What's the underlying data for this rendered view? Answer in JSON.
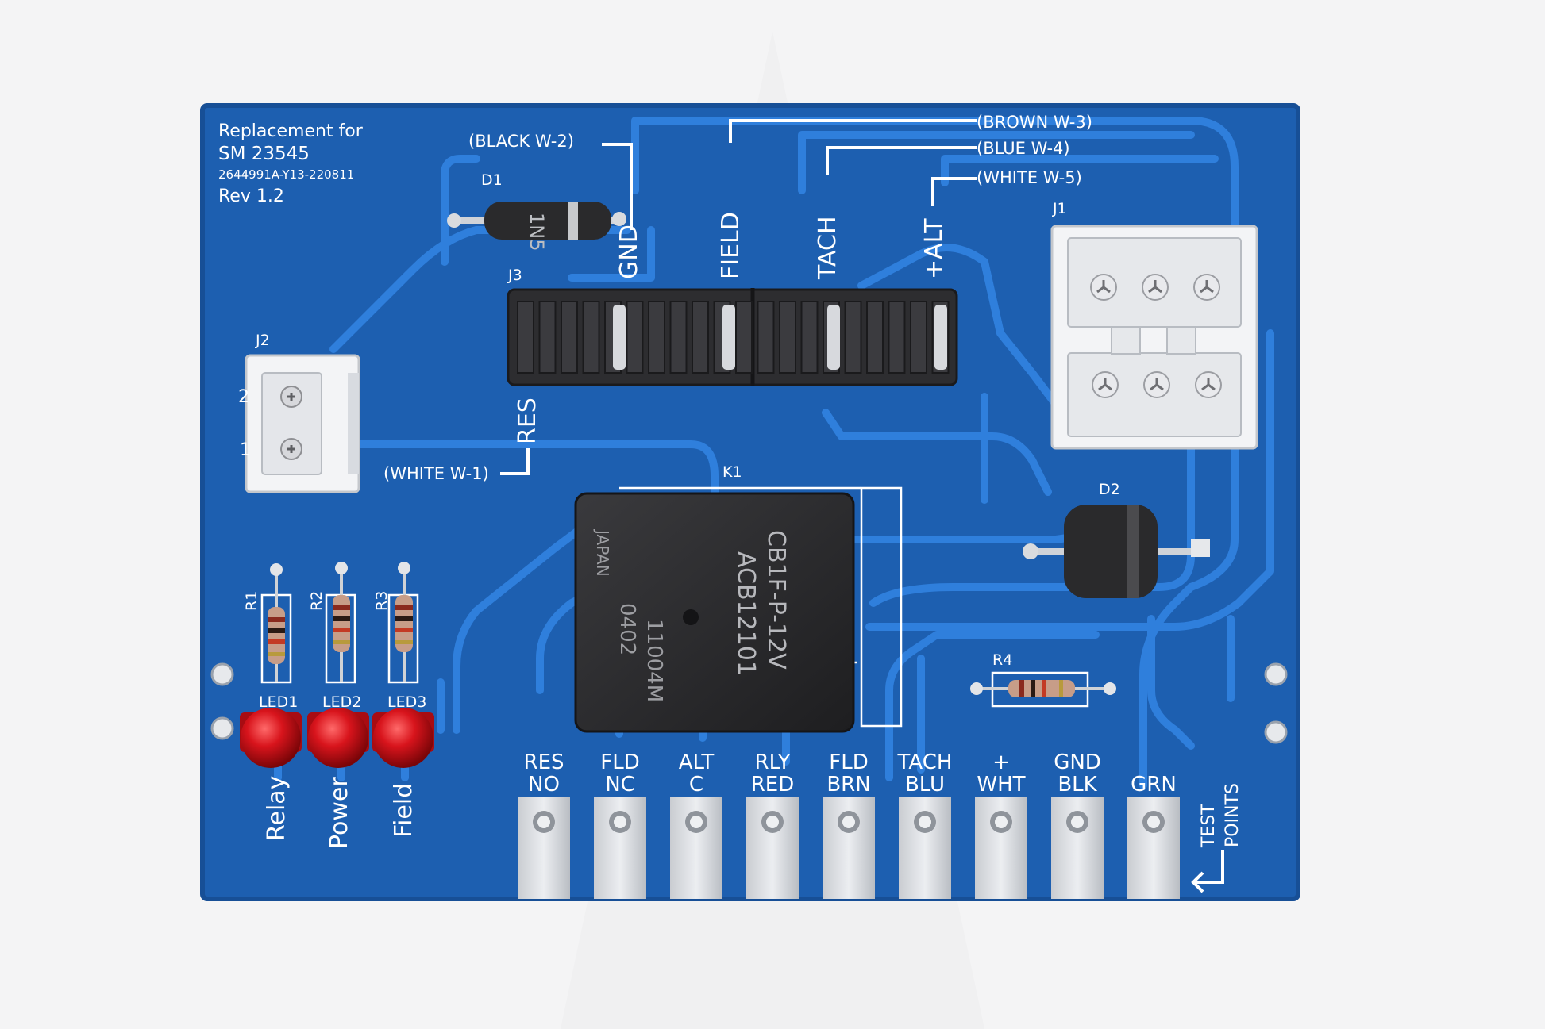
{
  "board": {
    "title_line1": "Replacement for",
    "title_line2": "SM 23545",
    "part_number": "2644991A-Y13-220811",
    "revision": "Rev 1.2"
  },
  "wire_labels": {
    "black": "(BLACK W-2)",
    "brown": "(BROWN W-3)",
    "blue": "(BLUE W-4)",
    "white5": "(WHITE W-5)",
    "white1": "(WHITE W-1)"
  },
  "pin_labels": {
    "gnd": "GND",
    "field": "FIELD",
    "tach": "TACH",
    "alt": "+ALT",
    "res": "RES"
  },
  "refs": {
    "d1": "D1",
    "d2": "D2",
    "j1": "J1",
    "j2": "J2",
    "j3": "J3",
    "k1": "K1",
    "r1": "R1",
    "r2": "R2",
    "r3": "R3",
    "r4": "R4",
    "led1": "LED1",
    "led2": "LED2",
    "led3": "LED3",
    "j2_pin2": "2",
    "j2_pin1": "1"
  },
  "leds": {
    "relay": "Relay",
    "power": "Power",
    "field": "Field"
  },
  "relay_marking": {
    "line1": "CB1F-P-12V",
    "line2": "ACB12101",
    "line3": "JAPAN",
    "line4": "0402",
    "line5": "11004M"
  },
  "diode_marking": "1N5",
  "test_points": [
    {
      "top": "RES",
      "bottom": "NO"
    },
    {
      "top": "FLD",
      "bottom": "NC"
    },
    {
      "top": "ALT",
      "bottom": "C"
    },
    {
      "top": "RLY",
      "bottom": "RED"
    },
    {
      "top": "FLD",
      "bottom": "BRN"
    },
    {
      "top": "TACH",
      "bottom": "BLU"
    },
    {
      "top": "+",
      "bottom": "WHT"
    },
    {
      "top": "GND",
      "bottom": "BLK"
    },
    {
      "top": "",
      "bottom": "GRN"
    }
  ],
  "test_points_caption": {
    "line1": "TEST",
    "line2": "POINTS"
  },
  "colors": {
    "board": "#1d5fb0",
    "trace": "#2f7fdc",
    "silkscreen": "#ffffff",
    "led": "#d8141c",
    "relay": "#2b2b2d",
    "background": "#f4f4f5"
  }
}
